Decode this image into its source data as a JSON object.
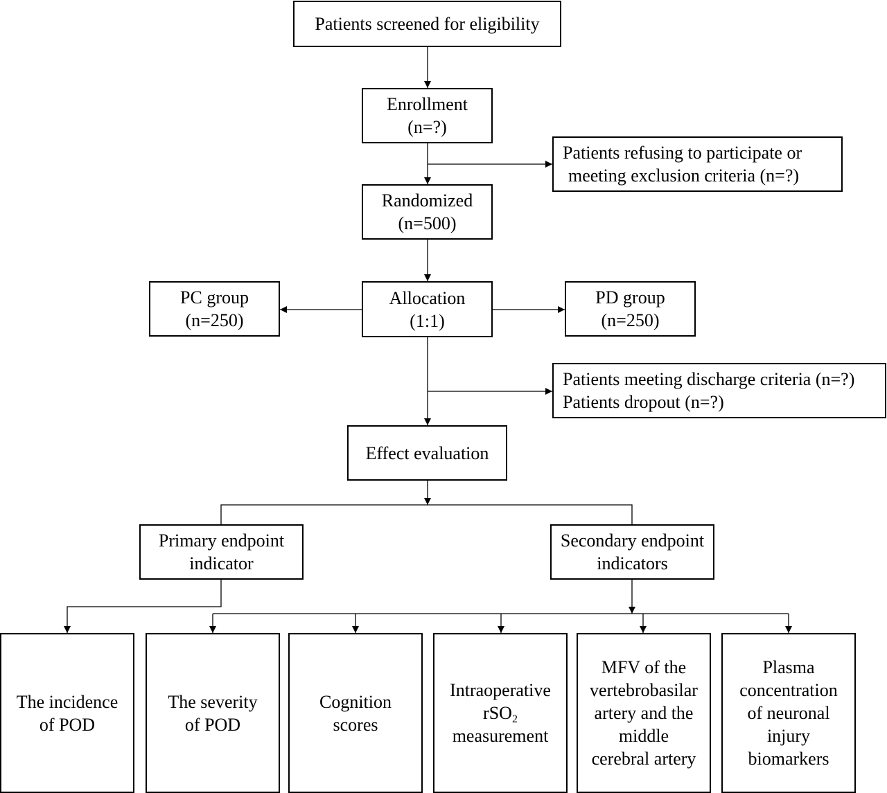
{
  "screening": {
    "label": "Patients screened for eligibility"
  },
  "enrollment": {
    "line1": "Enrollment",
    "line2": "(n=?)"
  },
  "excluded": {
    "line1": "Patients refusing to participate or",
    "line2": "meeting exclusion criteria (n=?)"
  },
  "randomized": {
    "line1": "Randomized",
    "line2": "(n=500)"
  },
  "allocation": {
    "line1": "Allocation",
    "line2": "(1:1)"
  },
  "pc_group": {
    "line1": "PC group",
    "line2": "(n=250)"
  },
  "pd_group": {
    "line1": "PD group",
    "line2": "(n=250)"
  },
  "discharge": {
    "line1": "Patients meeting discharge criteria (n=?)",
    "line2": "Patients dropout (n=?)"
  },
  "effect_evaluation": {
    "label": "Effect evaluation"
  },
  "primary_endpoint": {
    "line1": "Primary endpoint",
    "line2": "indicator"
  },
  "secondary_endpoint": {
    "line1": "Secondary endpoint",
    "line2": "indicators"
  },
  "outcomes": {
    "incidence": {
      "line1": "The incidence",
      "line2": "of POD"
    },
    "severity": {
      "line1": "The severity",
      "line2": "of POD"
    },
    "cognition": {
      "line1": "Cognition",
      "line2": "scores"
    },
    "rso2": {
      "line1": "Intraoperative",
      "prefix": "rSO",
      "sub": "2",
      "line3": "measurement"
    },
    "mfv": {
      "line1": "MFV of the",
      "line2": "vertebrobasilar",
      "line3": "artery and the",
      "line4": "middle",
      "line5": "cerebral artery"
    },
    "plasma": {
      "line1": "Plasma",
      "line2": "concentration",
      "line3": "of neuronal",
      "line4": "injury",
      "line5": "biomarkers"
    }
  }
}
